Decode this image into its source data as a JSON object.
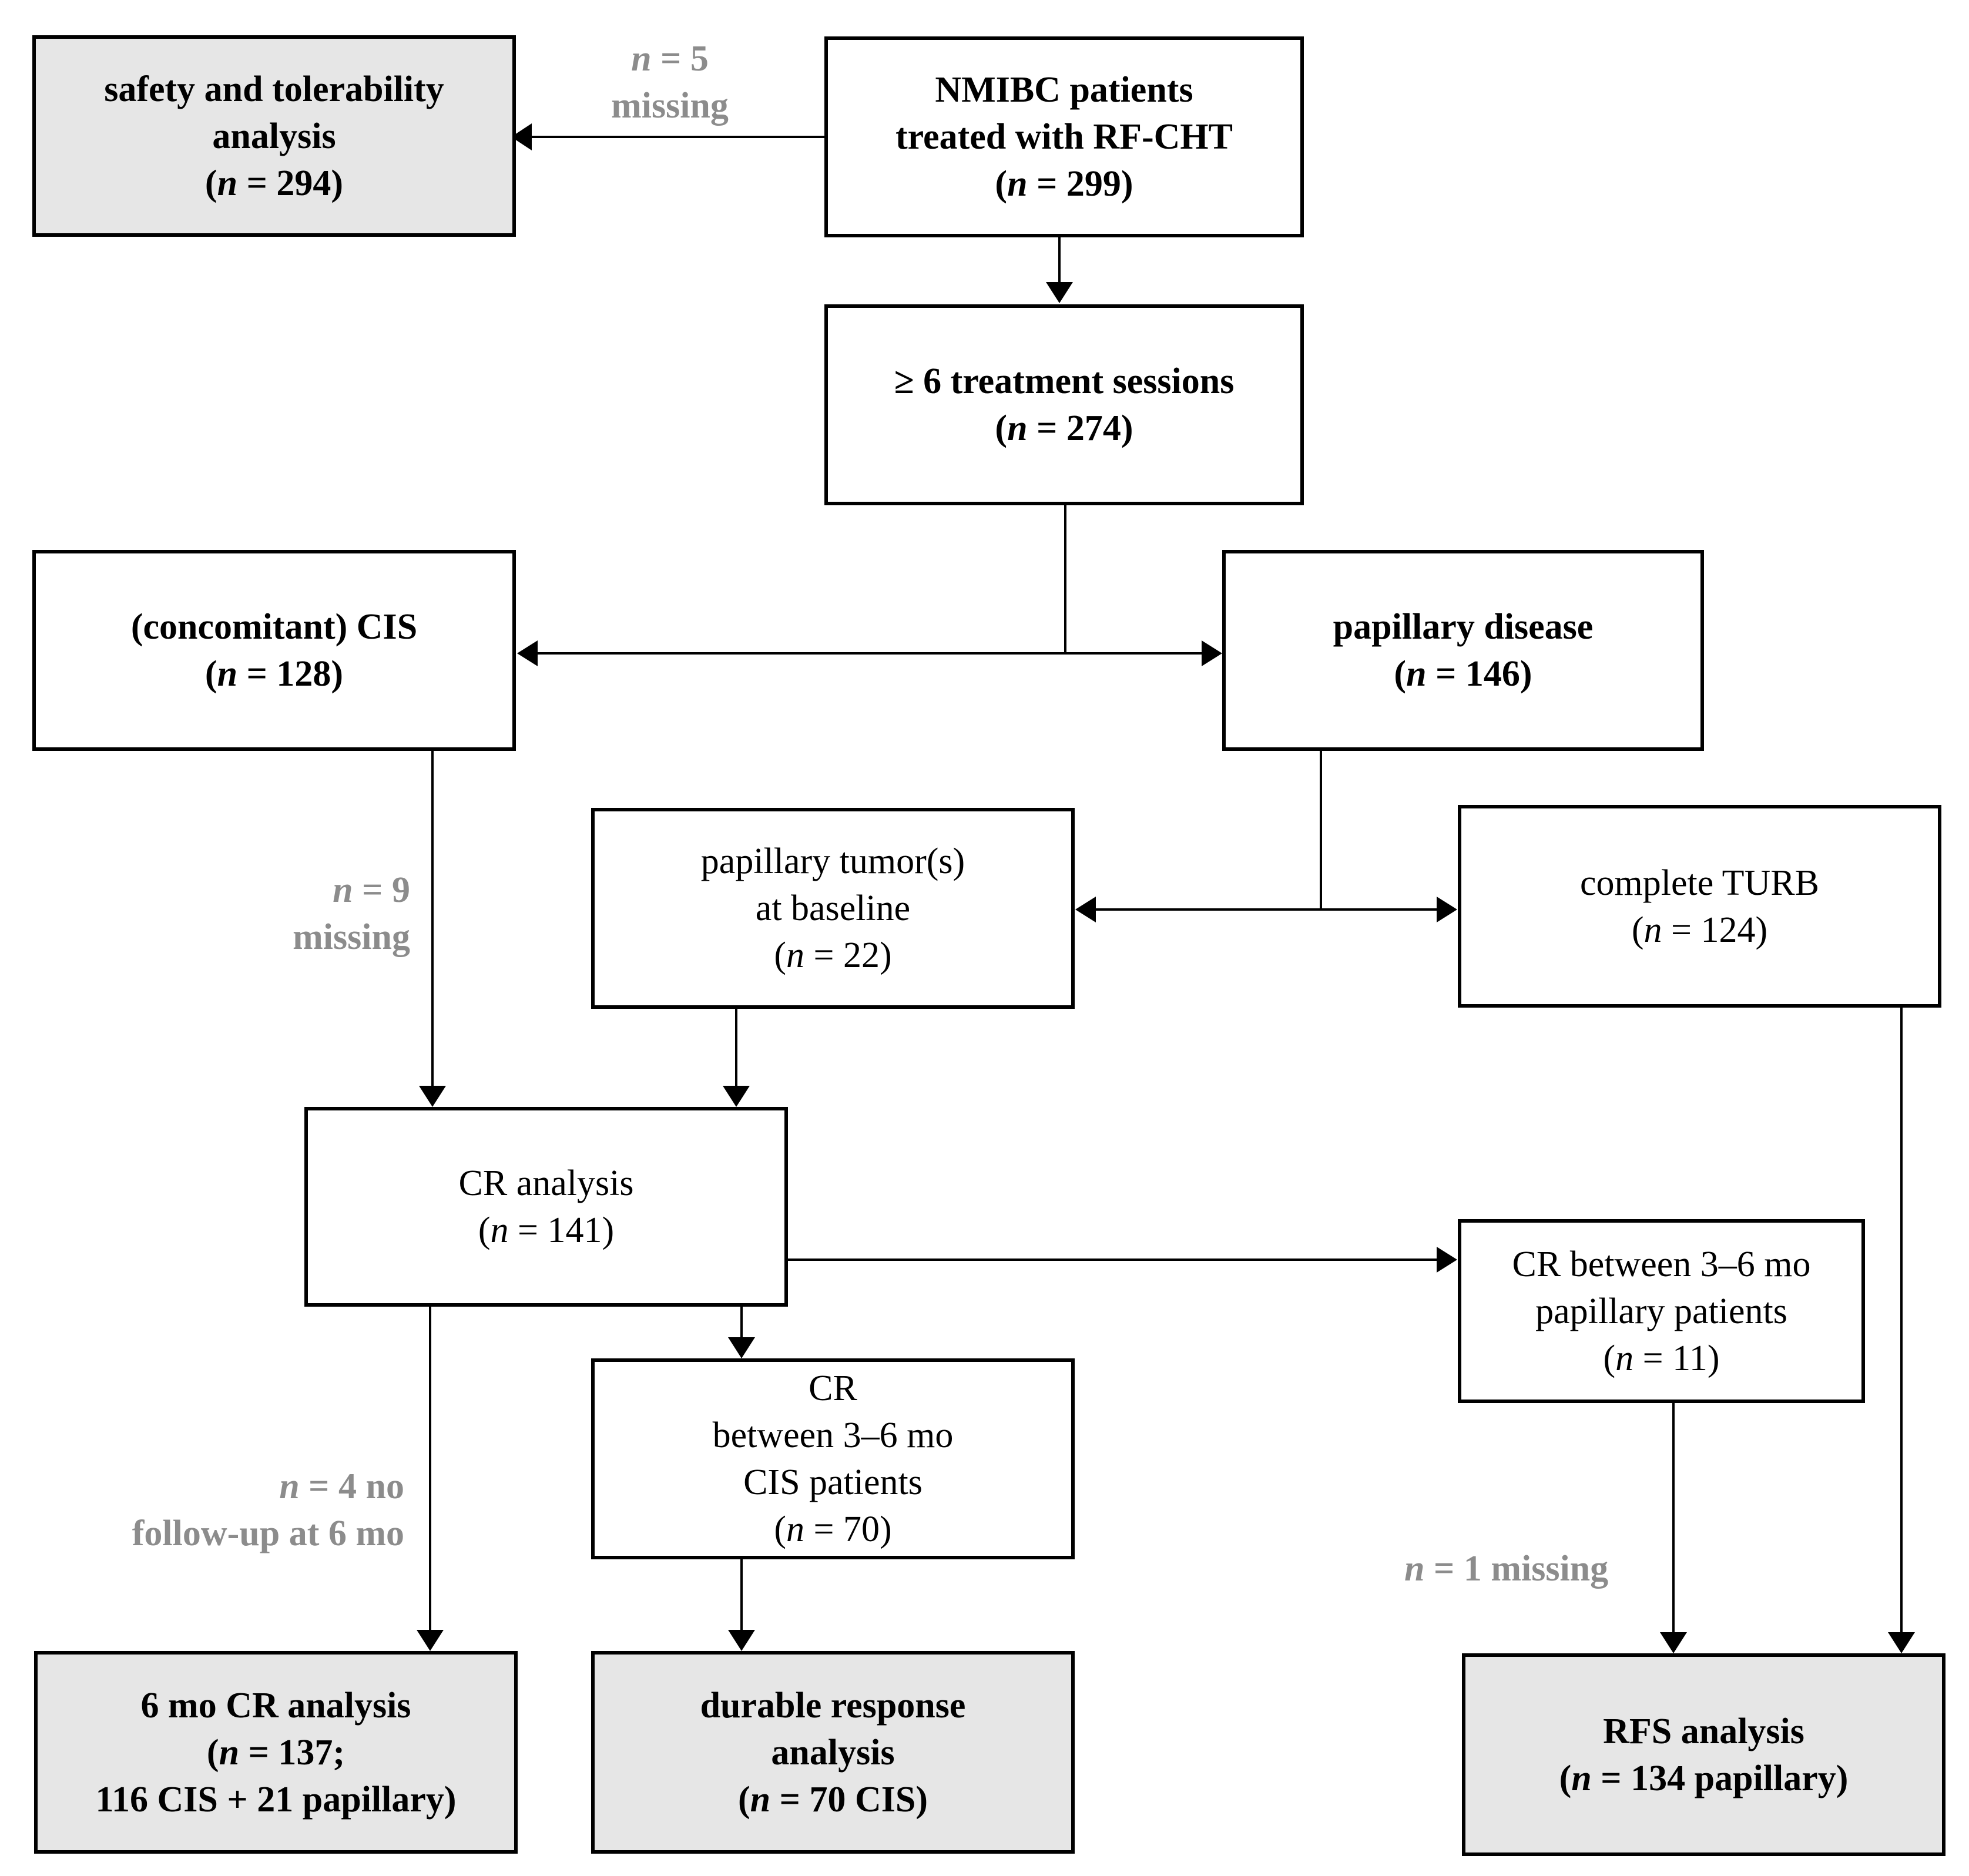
{
  "boxes": {
    "start": {
      "lines": [
        "NMIBC patients",
        "treated with RF-CHT"
      ],
      "n": "299"
    },
    "safety": {
      "lines": [
        "safety and tolerability",
        "analysis"
      ],
      "n": "294"
    },
    "sessions": {
      "lines": [
        "≥ 6 treatment sessions"
      ],
      "n": "274"
    },
    "cis": {
      "lines": [
        "(concomitant) CIS"
      ],
      "n": "128"
    },
    "papillary": {
      "lines": [
        "papillary disease"
      ],
      "n": "146"
    },
    "tumors": {
      "lines": [
        "papillary tumor(s)",
        "at baseline"
      ],
      "n": "22"
    },
    "turb": {
      "lines": [
        "complete TURB"
      ],
      "n": "124"
    },
    "cr": {
      "lines": [
        "CR analysis"
      ],
      "n": "141"
    },
    "cr_pap": {
      "lines": [
        "CR between 3–6 mo",
        "papillary patients"
      ],
      "n": "11"
    },
    "cr_cis": {
      "lines": [
        "CR",
        "between 3–6 mo",
        "CIS patients"
      ],
      "n": "70"
    },
    "six_mo": {
      "lines": [
        "6 mo CR analysis"
      ],
      "n": "137;",
      "extra": "116 CIS + 21 papillary)"
    },
    "durable": {
      "lines": [
        "durable response",
        "analysis"
      ],
      "n": "70 CIS)"
    },
    "rfs": {
      "lines": [
        "RFS analysis"
      ],
      "n": "134 papillary)"
    }
  },
  "labels": {
    "missing5": {
      "n": "5",
      "text": "missing"
    },
    "missing9": {
      "n": "9",
      "text": "missing"
    },
    "nofollow": {
      "n": "4 no",
      "text": "follow-up at 6 mo"
    },
    "missing1": {
      "n": "1 missing"
    }
  },
  "n_symbol": "n",
  "equals": " = ",
  "colors": {
    "shaded": "#e6e6e6",
    "label": "#8c8c8c",
    "border": "#000000"
  }
}
